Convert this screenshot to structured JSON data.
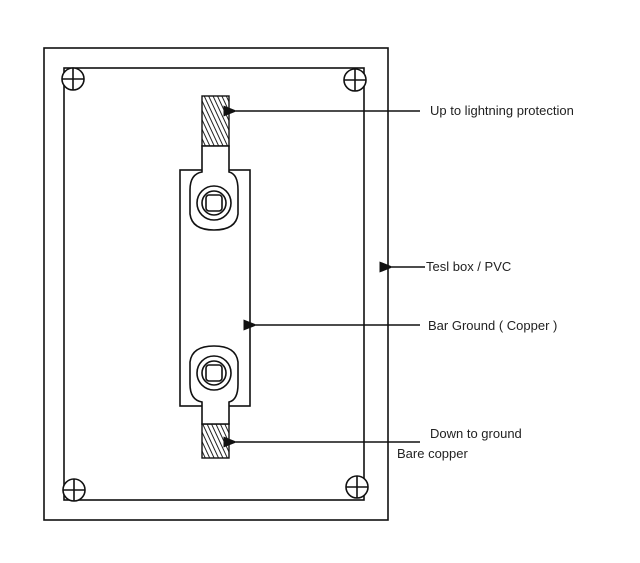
{
  "labels": {
    "top_cable": "Up to lightning protection",
    "test_box": "Tesl box / PVC",
    "bar_ground": "Bar Ground ( Copper )",
    "down_ground": "Down to ground",
    "bare_copper": "Bare copper"
  },
  "colors": {
    "line": "#111111",
    "background": "#ffffff"
  }
}
